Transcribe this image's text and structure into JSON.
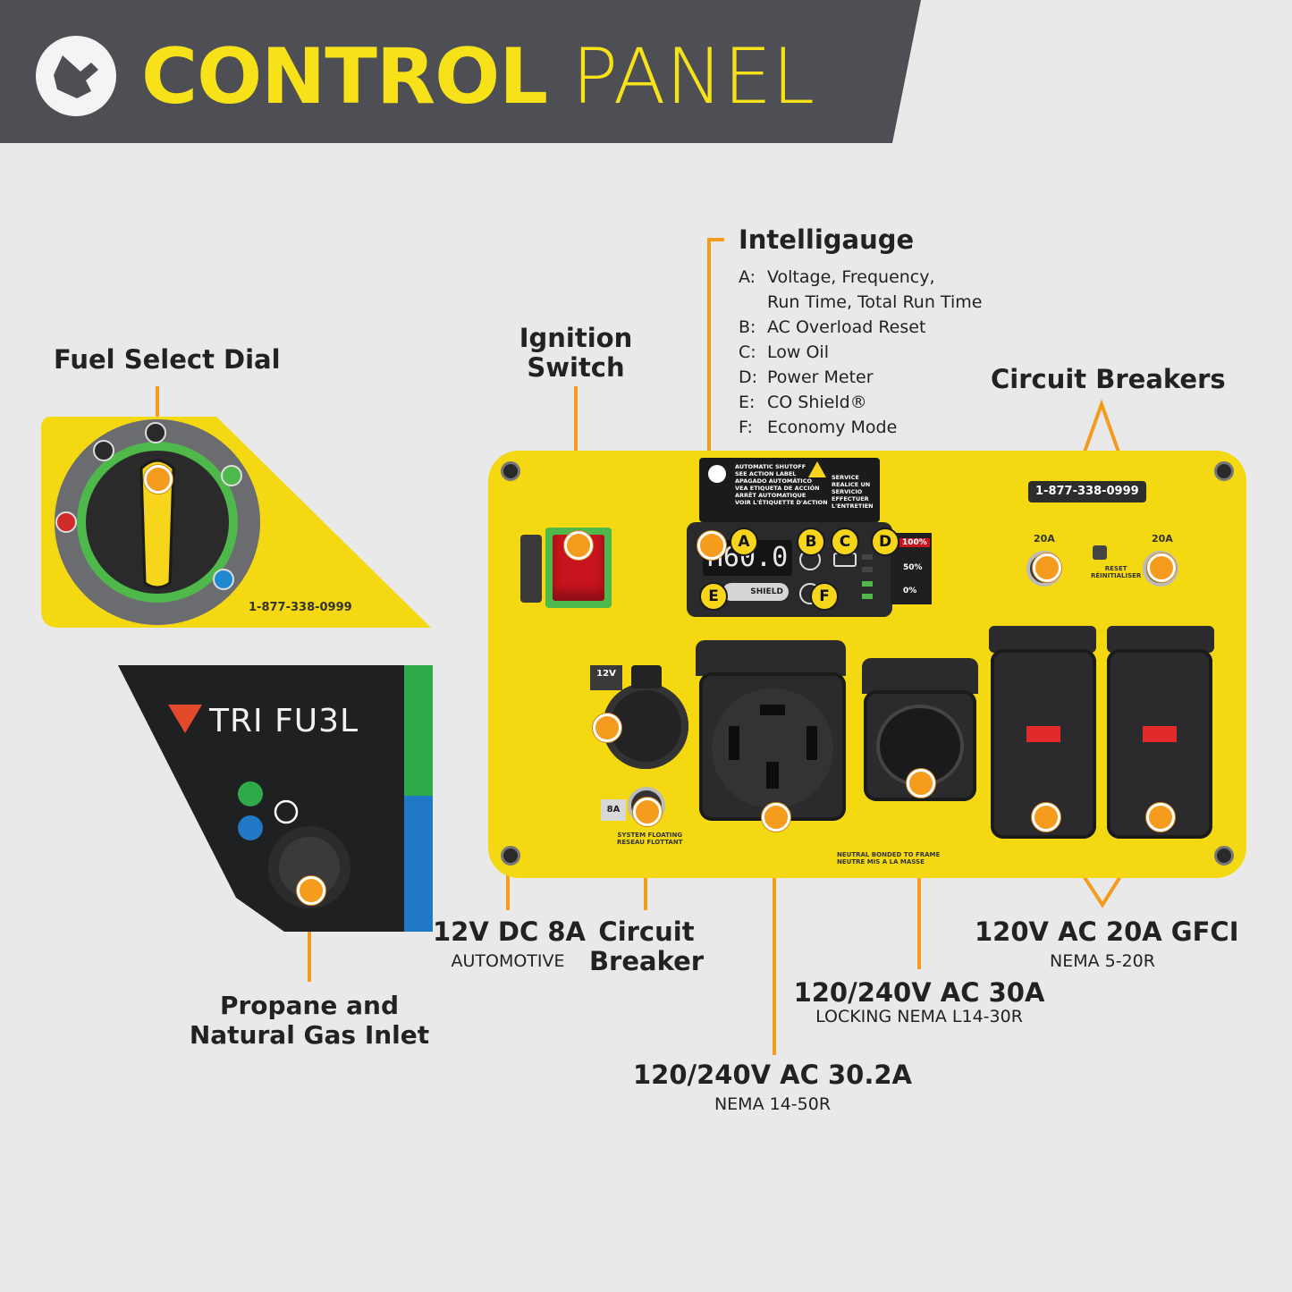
{
  "header": {
    "title_bold": "CONTROL",
    "title_light": "PANEL"
  },
  "labels": {
    "fuel_select_dial": "Fuel Select Dial",
    "ignition_switch": [
      "Ignition",
      "Switch"
    ],
    "intelligauge": "Intelligauge",
    "circuit_breakers": "Circuit Breakers",
    "dc_outlet": "12V DC 8A",
    "dc_outlet_sub": "AUTOMOTIVE",
    "circuit_breaker": [
      "Circuit",
      "Breaker"
    ],
    "gfci": "120V AC 20A GFCI",
    "gfci_sub": "NEMA 5-20R",
    "l14": "120/240V AC 30A",
    "l14_sub": "LOCKING NEMA L14-30R",
    "n1450": "120/240V AC 30.2A",
    "n1450_sub": "NEMA 14-50R",
    "gas_inlet": [
      "Propane and",
      "Natural Gas Inlet"
    ]
  },
  "intelligauge_items": [
    {
      "key": "A:",
      "text": "Voltage, Frequency,"
    },
    {
      "key": "",
      "text": "Run Time, Total Run Time"
    },
    {
      "key": "B:",
      "text": "AC Overload Reset"
    },
    {
      "key": "C:",
      "text": "Low Oil"
    },
    {
      "key": "D:",
      "text": "Power Meter"
    },
    {
      "key": "E:",
      "text": "CO Shield®"
    },
    {
      "key": "F:",
      "text": "Economy Mode"
    }
  ],
  "panel": {
    "phone": "1-877-338-0999",
    "display_value": "H60.0",
    "badges": [
      "A",
      "B",
      "C",
      "D",
      "E",
      "F"
    ],
    "power_meter": [
      "100%",
      "50%",
      "0%"
    ],
    "co_shield": "SHIELD",
    "breaker_left": "20A",
    "breaker_right": "20A",
    "reset_text": "RESET",
    "reset_sub": "RÉINITIALISER",
    "dc_label": "12V",
    "dc_breaker": "8A",
    "system_floating": "SYSTEM FLOATING",
    "reseau_flottant": "RESEAU FLOTTANT",
    "neutral_1": "NEUTRAL BONDED TO FRAME",
    "neutral_2": "NEUTRE MIS A LA MASSE",
    "shutoff_1": "AUTOMATIC SHUTOFF",
    "shutoff_2": "SEE ACTION LABEL",
    "shutoff_3": "APAGADO AUTOMÁTICO",
    "shutoff_4": "VEA ETIQUETA DE ACCIÓN",
    "shutoff_5": "ARRÊT AUTOMATIQUE",
    "shutoff_6": "VOIR L'ÉTIQUETTE D'ACTION",
    "service_1": "SERVICE",
    "service_2": "REALICE UN",
    "service_3": "SERVICIO",
    "service_4": "EFFECTUER",
    "service_5": "L'ENTRETIEN"
  },
  "fuel_dial": {
    "phone": "1-877-338-0999"
  },
  "trifuel": {
    "brand": "TRI FU3L"
  },
  "colors": {
    "accent": "#f7d51a",
    "callout": "#f59b1e",
    "header": "#4d4f55",
    "title": "#f7e21a"
  }
}
